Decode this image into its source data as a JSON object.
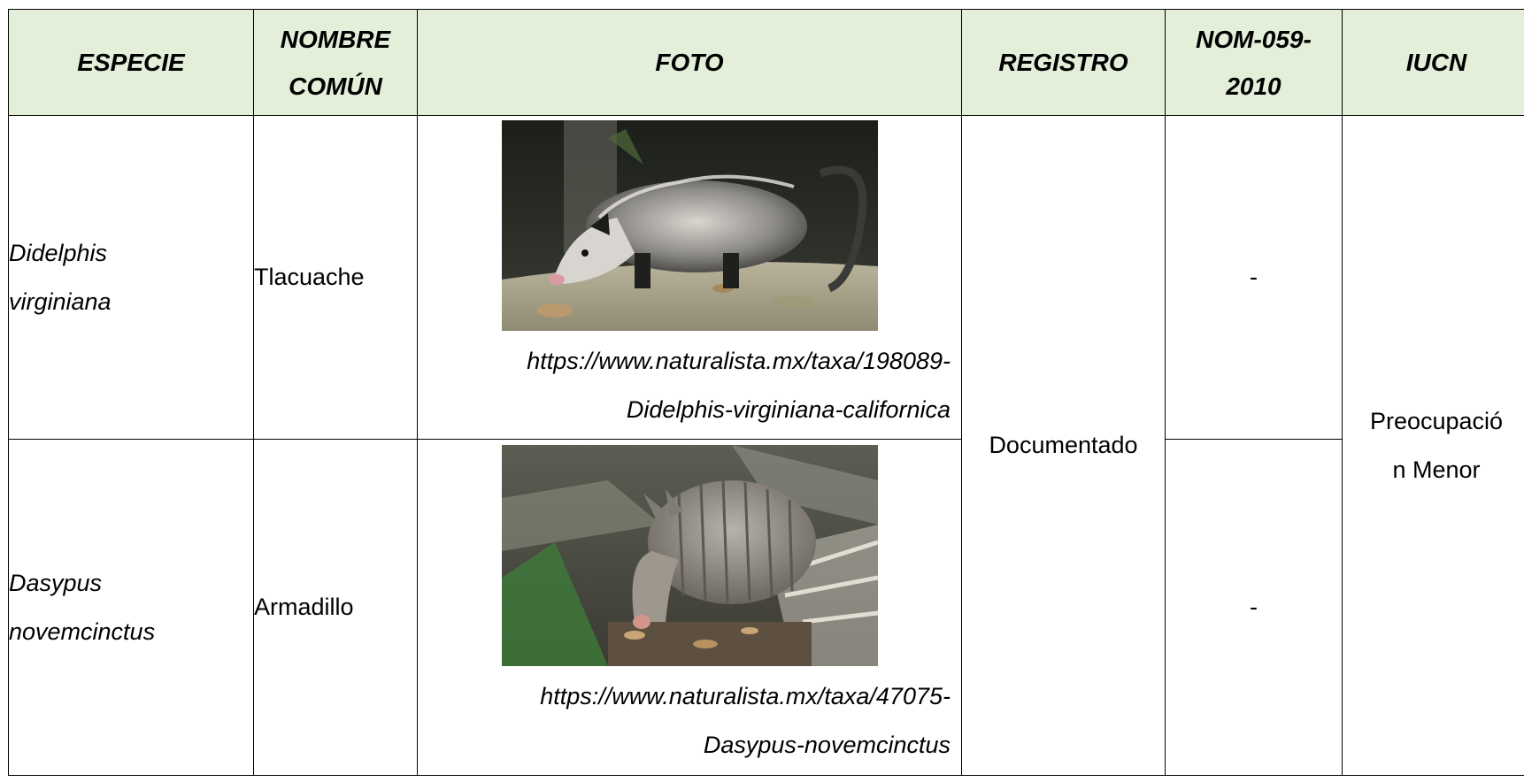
{
  "table": {
    "headers": {
      "especie": "ESPECIE",
      "nombre_comun_1": "NOMBRE",
      "nombre_comun_2": "COMÚN",
      "foto": "FOTO",
      "registro": "REGISTRO",
      "nom_1": "NOM-059-",
      "nom_2": "2010",
      "iucn": "IUCN"
    },
    "header_bg": "#e3efd9",
    "rows": [
      {
        "species_1": "Didelphis",
        "species_2": "virginiana",
        "common": "Tlacuache",
        "photo_icon": "opossum-photo",
        "url_1": "https://www.naturalista.mx/taxa/198089-",
        "url_2": "Didelphis-virginiana-californica",
        "nom": "-"
      },
      {
        "species_1": "Dasypus",
        "species_2": "novemcinctus",
        "common": "Armadillo",
        "photo_icon": "armadillo-photo",
        "url_1": "https://www.naturalista.mx/taxa/47075-",
        "url_2": "Dasypus-novemcinctus",
        "nom": "-"
      }
    ],
    "registro": "Documentado",
    "iucn_1": "Preocupació",
    "iucn_2": "n Menor"
  }
}
